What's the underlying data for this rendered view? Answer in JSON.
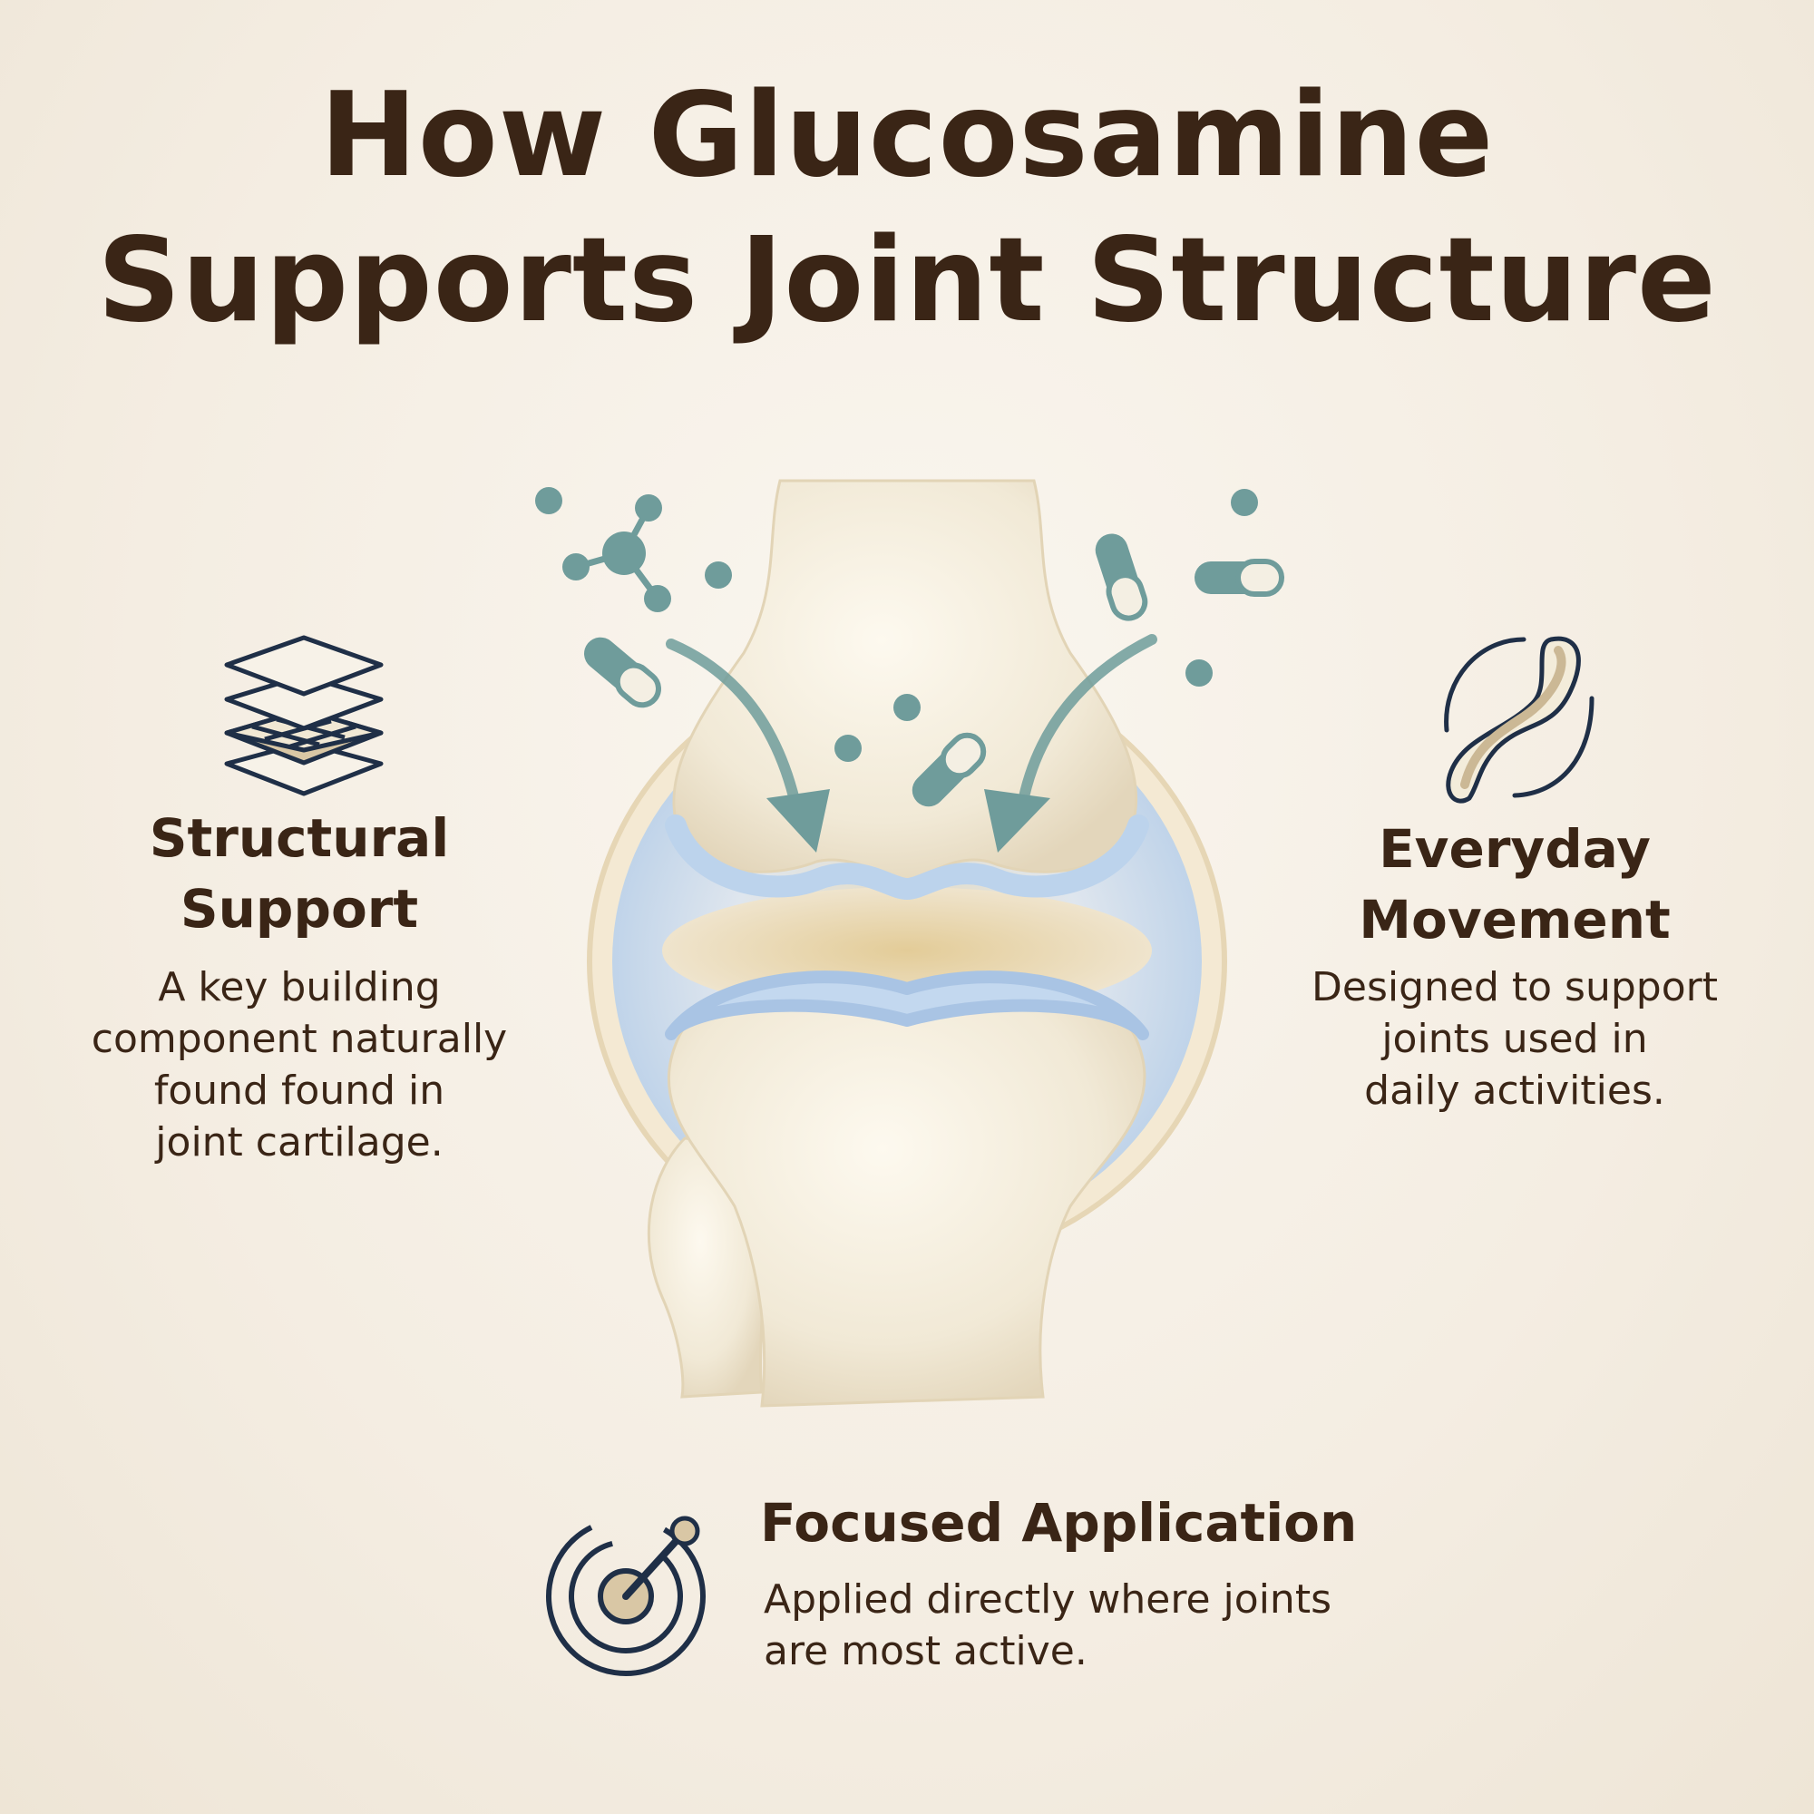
{
  "title": {
    "line1": "How Glucosamine",
    "line2": "Supports Joint Structure"
  },
  "features": {
    "structural": {
      "icon": "layers-icon",
      "title_line1": "Structural",
      "title_line2": "Support",
      "desc_line1": "A key building",
      "desc_line2": "component naturally",
      "desc_line3": "found found in",
      "desc_line4": "joint cartilage."
    },
    "everyday": {
      "icon": "movement-icon",
      "title_line1": "Everyday",
      "title_line2": "Movement",
      "desc_line1": "Designed to support",
      "desc_line2": "joints used in",
      "desc_line3": "daily activities."
    },
    "focused": {
      "icon": "target-icon",
      "title": "Focused Application",
      "desc_line1": "Applied directly where joints",
      "desc_line2": "are most active."
    }
  },
  "colors": {
    "text": "#3a2516",
    "teal": "#6f9c9b",
    "navy": "#1f2f47",
    "tan": "#d9c7a5",
    "bone": "#f3ecda",
    "cartilage": "#bcd3ec"
  }
}
